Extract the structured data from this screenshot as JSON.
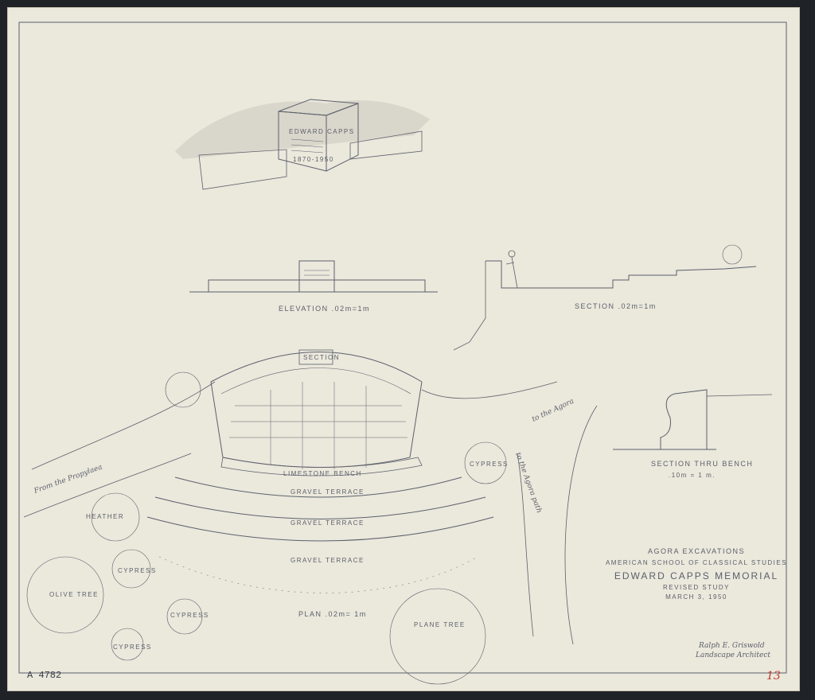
{
  "drawing": {
    "perspective_tablet": [
      "EDWARD CAPPS",
      "1870-1950"
    ],
    "elevation_label": "ELEVATION .02m=1m",
    "section_label": "SECTION .02m=1m",
    "section_thru_bench_label": "SECTION THRU BENCH",
    "section_thru_bench_scale": ".10m = 1 m.",
    "plan_labels": {
      "section_marker": "SECTION",
      "limestone_bench": "LIMESTONE BENCH",
      "gravel_terrace_1": "GRAVEL TERRACE",
      "gravel_terrace_2": "GRAVEL TERRACE",
      "gravel_terrace_3": "GRAVEL TERRACE",
      "plan_scale": "PLAN .02m= 1m",
      "from_path": "From the Propylaea",
      "to_agora": "to the Agora",
      "to_path": "to the Agora path",
      "heather": "HEATHER",
      "olive_tree": "OLIVE TREE",
      "cypress_1": "CYPRESS",
      "cypress_2": "CYPRESS",
      "cypress_3": "CYPRESS",
      "cypress_4": "CYPRESS",
      "plane_tree": "PLANE TREE"
    },
    "title_block": {
      "line1": "AGORA EXCAVATIONS",
      "line2": "AMERICAN SCHOOL OF CLASSICAL STUDIES",
      "line3": "EDWARD CAPPS MEMORIAL",
      "line4": "REVISED STUDY",
      "line5": "MARCH 3, 1950",
      "signature_name": "Ralph E. Griswold",
      "signature_title": "Landscape Architect"
    },
    "archive_number": "A 4782",
    "sheet_number": "13"
  },
  "colors": {
    "paper": "#ebe8dc",
    "ink": "#5b606b",
    "border": "#1f2328",
    "sheet_number": "#c0392b"
  }
}
